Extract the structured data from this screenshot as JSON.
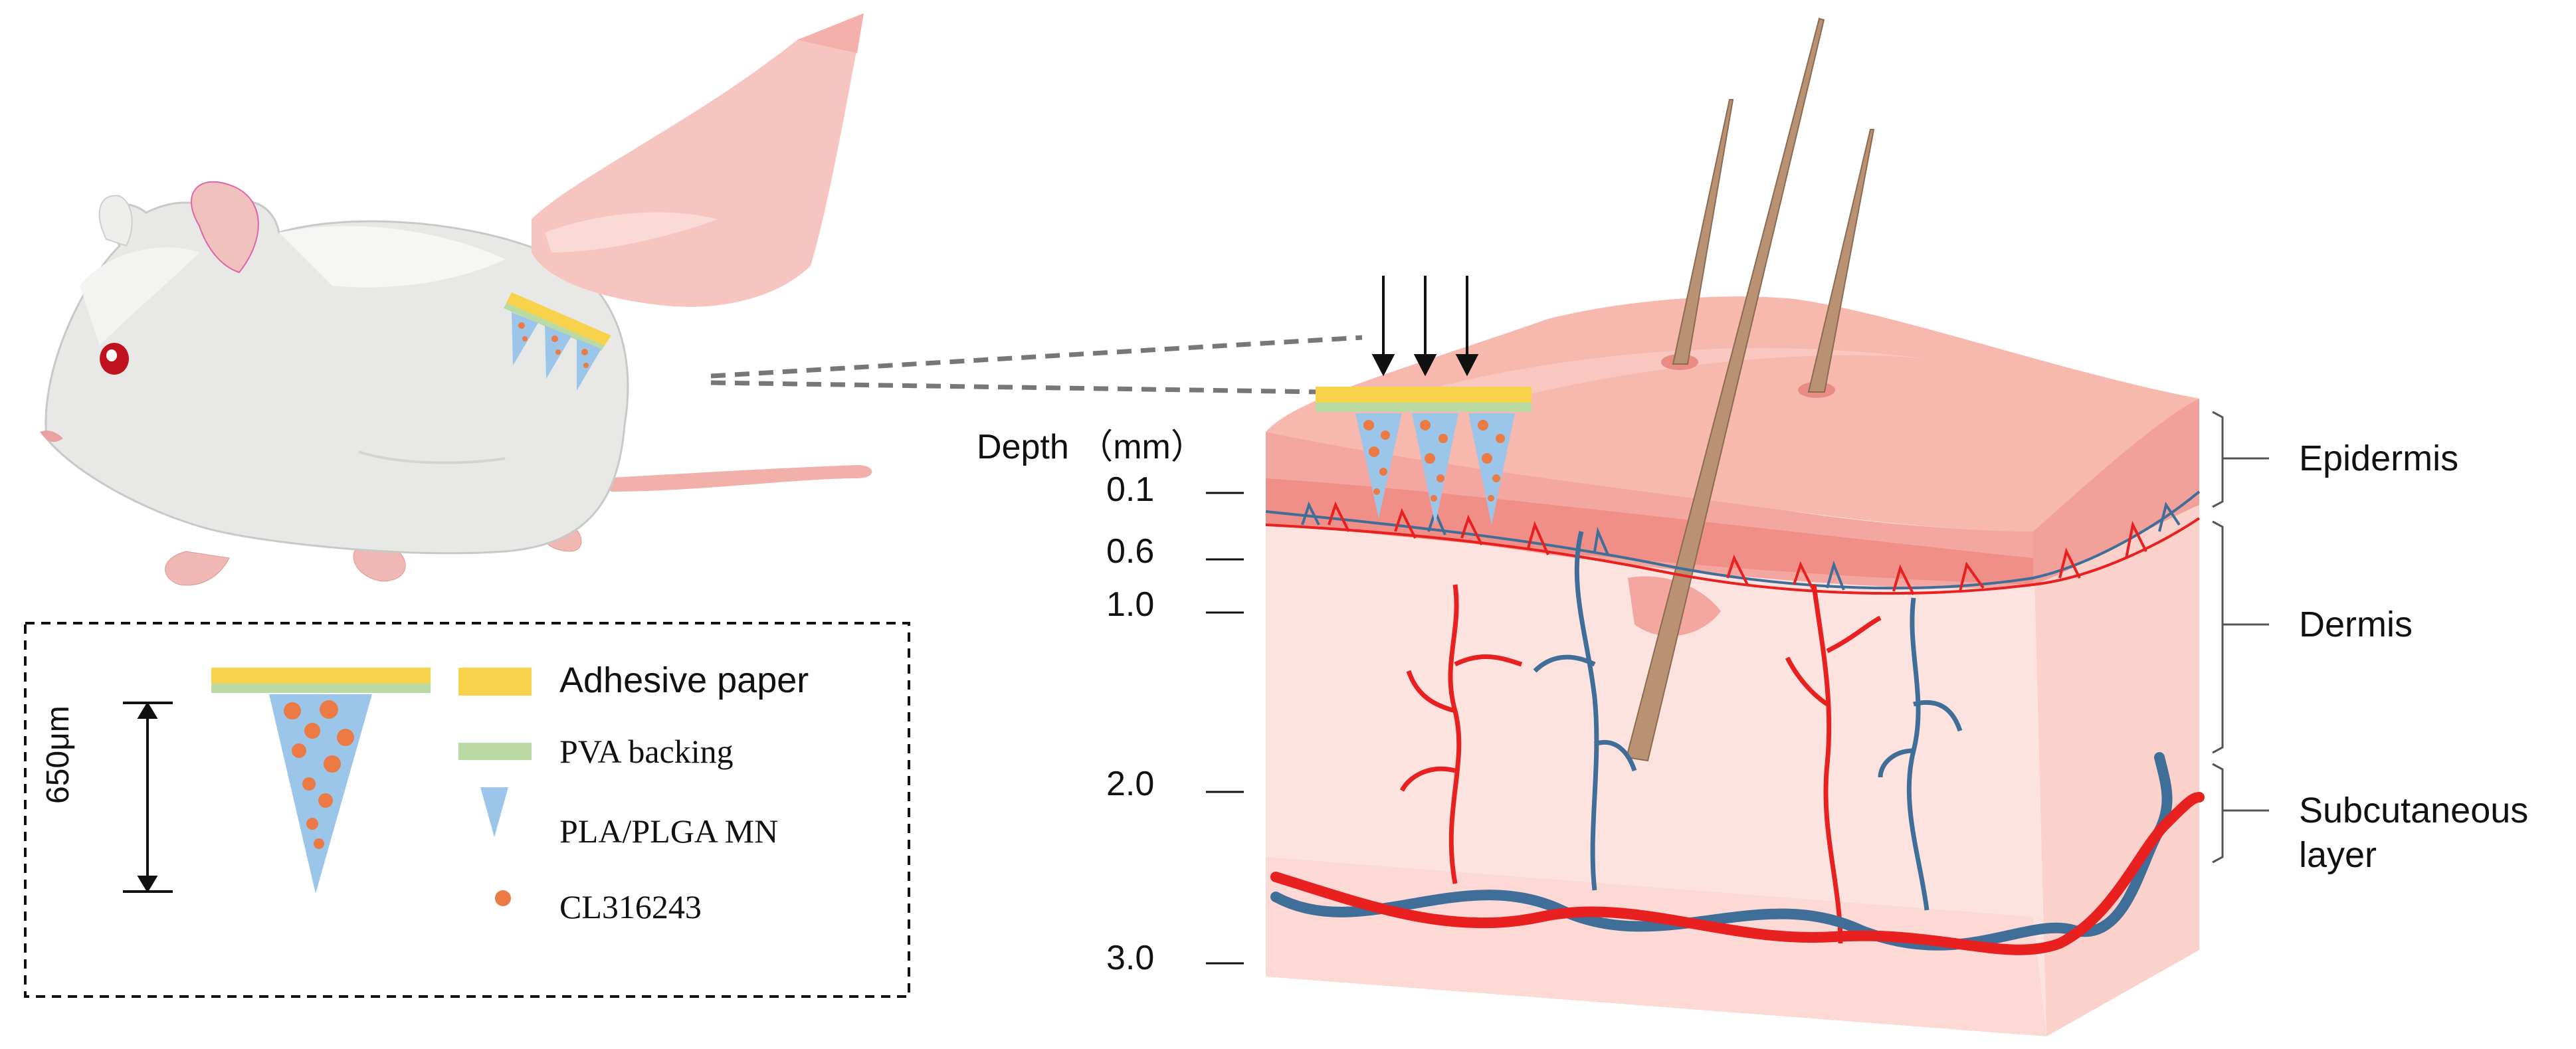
{
  "depth": {
    "title": "Depth （mm）",
    "ticks": [
      "0.1",
      "0.6",
      "1.0",
      "2.0",
      "3.0"
    ]
  },
  "layers": {
    "epidermis": "Epidermis",
    "dermis": "Dermis",
    "subcutaneous_line1": "Subcutaneous",
    "subcutaneous_line2": "layer"
  },
  "legend": {
    "dimension": "650μm",
    "items": [
      {
        "label": "Adhesive paper",
        "icon": "yellow-bar-icon",
        "color": "#f7d24a"
      },
      {
        "label": "PVA backing",
        "icon": "green-bar-icon",
        "color": "#b9dba3"
      },
      {
        "label": "PLA/PLGA MN",
        "icon": "blue-triangle-icon",
        "color": "#9cc5ea"
      },
      {
        "label": "CL316243",
        "icon": "orange-dot-icon",
        "color": "#ec7a45"
      }
    ]
  },
  "colors": {
    "skin_top": "#f6b5aa",
    "skin_side": "#fbd5cf",
    "artery": "#e8201f",
    "vein": "#3f6f99",
    "hair": "#b89273"
  }
}
